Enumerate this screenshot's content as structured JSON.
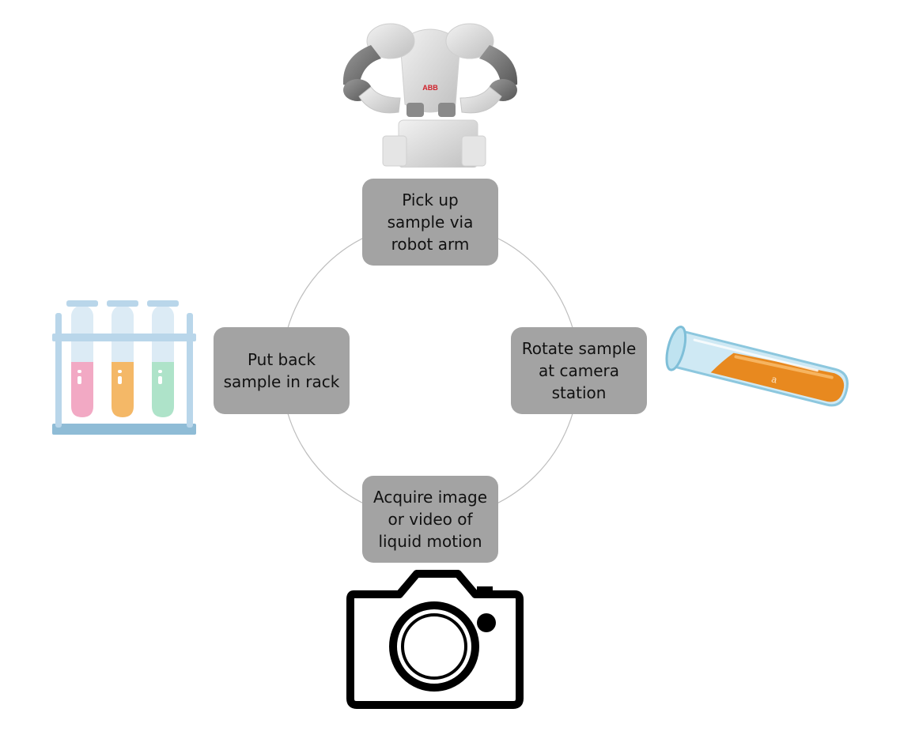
{
  "steps": {
    "pick_up": "Pick up\nsample via\nrobot arm",
    "rotate": "Rotate sample\nat camera\nstation",
    "acquire": "Acquire image\nor video of\nliquid motion",
    "put_back": "Put back\nsample in rack"
  },
  "robot_logo": "ABB",
  "tube_label": "a",
  "colors": {
    "box_fill": "#a3a3a3",
    "cycle_line": "#bdbdbd",
    "tube_orange": "#e8891f",
    "rack_blue": "#b9d6ea",
    "liquid_pink": "#f2a9c4",
    "liquid_orange": "#f4b867",
    "liquid_green": "#aee3c9"
  },
  "icons": [
    "robot-arm-icon",
    "test-tube-icon",
    "camera-icon",
    "test-tube-rack-icon"
  ]
}
